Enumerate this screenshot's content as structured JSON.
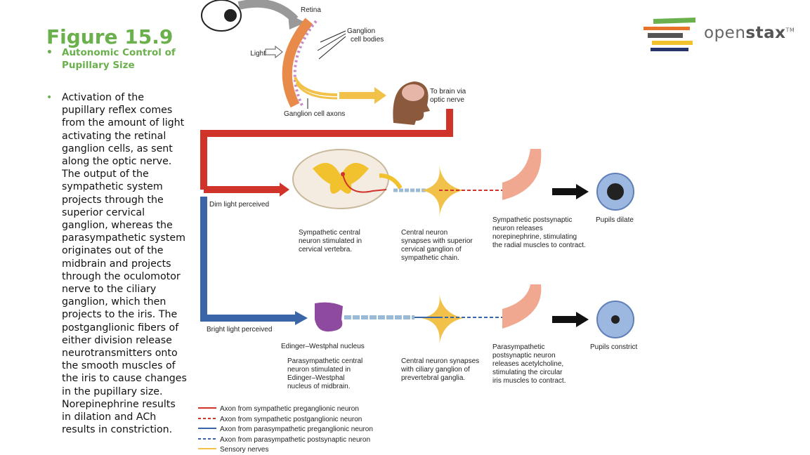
{
  "slide": {
    "title": "Figure 15.9",
    "bullets": [
      "Autonomic Control of Pupillary Size",
      "Activation of the pupillary reflex comes from the amount of light activating the retinal ganglion cells, as sent along the optic nerve. The output of the sympathetic system projects through the superior cervical ganglion, whereas the parasympathetic system originates out of the midbrain and projects through the oculomotor nerve to the ciliary ganglion, which then projects to the iris. The postganglionic fibers of either division release neurotransmitters onto the smooth muscles of the iris to cause changes in the pupillary size. Norepinephrine results in dilation and ACh results in constriction."
    ]
  },
  "logo": {
    "text_light": "open",
    "text_bold": "stax",
    "mark": "TM",
    "bar_colors": [
      "#6ab04c",
      "#e8732b",
      "#555555",
      "#f2c12e",
      "#26346b"
    ]
  },
  "figure": {
    "labels": {
      "retina": "Retina",
      "ganglion_bodies_1": "Ganglion",
      "ganglion_bodies_2": "cell bodies",
      "light": "Light",
      "ganglion_axons": "Ganglion cell axons",
      "to_brain_1": "To brain via",
      "to_brain_2": "optic nerve",
      "dim": "Dim light perceived",
      "bright": "Bright light perceived",
      "symp_central": [
        "Sympathetic central",
        "neuron stimulated in",
        "cervical vertebra."
      ],
      "central_superior": [
        "Central neuron",
        "synapses with superior",
        "cervical ganglion of",
        "sympathetic chain."
      ],
      "symp_post": [
        "Sympathetic postsynaptic",
        "neuron releases",
        "norepinephrine, stimulating",
        "the radial muscles to contract."
      ],
      "pupils_dilate": "Pupils dilate",
      "ew_nucleus": "Edinger–Westphal nucleus",
      "para_central": [
        "Parasympathetic central",
        "neuron stimulated in",
        "Edinger–Westphal",
        "nucleus of midbrain."
      ],
      "central_ciliary": [
        "Central neuron synapses",
        "with ciliary ganglion of",
        "prevertebral ganglia."
      ],
      "para_post": [
        "Parasympathetic",
        "postsynaptic neuron",
        "releases acetylcholine,",
        "stimulating the circular",
        "iris muscles to contract."
      ],
      "pupils_constrict": "Pupils constrict"
    },
    "legend": [
      "Axon from sympathetic preganglionic neuron",
      "Axon from sympathetic postganglionic neuron",
      "Axon from parasympathetic preganglionic neuron",
      "Axon from parasympathetic postsynaptic neuron",
      "Sensory nerves"
    ],
    "colors": {
      "sympathetic": "#d0332a",
      "parasympathetic": "#3a66a8",
      "sensory": "#f2c14a",
      "nucleus": "#8e4a9e"
    }
  }
}
